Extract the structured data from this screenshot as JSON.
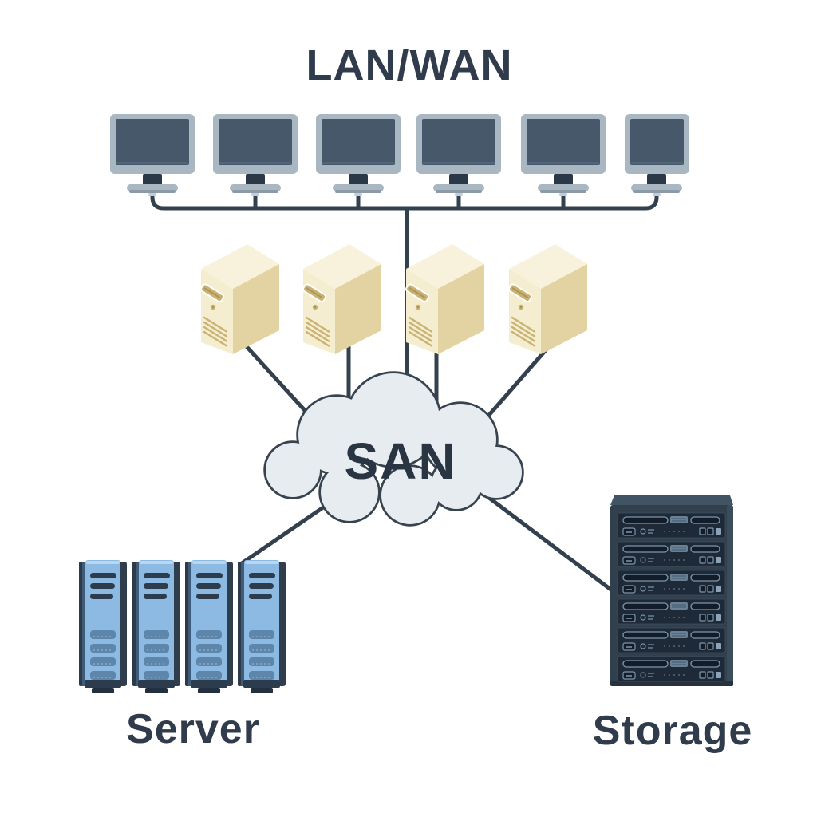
{
  "labels": {
    "lan_wan": "LAN/WAN",
    "san": "SAN",
    "server": "Server",
    "storage": "Storage"
  },
  "topology": {
    "lan_workstation_count": 6,
    "host_tower_count": 4,
    "server_tower_count": 4,
    "storage_unit_count": 6,
    "edges": [
      "workstations — LAN/WAN bus",
      "LAN/WAN bus — SAN cloud",
      "host-tower-1 — SAN cloud",
      "host-tower-2 — SAN cloud",
      "host-tower-3 — SAN cloud",
      "host-tower-4 — SAN cloud",
      "SAN cloud — server group",
      "SAN cloud — storage rack"
    ]
  },
  "colors": {
    "background": "#FFFFFF",
    "line": "#33404E",
    "label_text": "#303C4B",
    "cloud_fill": "#E7ECF1",
    "cloud_stroke": "#37434F",
    "monitor_frame": "#A9B7C2",
    "monitor_screen": "#46586A",
    "monitor_stand": "#2B3847",
    "host_front": "#F4EDD0",
    "host_side": "#E3D3A3",
    "host_top": "#F8F2DD",
    "host_detail": "#C9B272",
    "server_front": "#8DBAE2",
    "server_slot_dark": "#2D3C4C",
    "server_slot_light": "#5E86AB",
    "rack_body": "#32404E",
    "rack_top": "#415463",
    "rack_unit": "#1E2A37",
    "rack_detail": "#7E97AC"
  }
}
